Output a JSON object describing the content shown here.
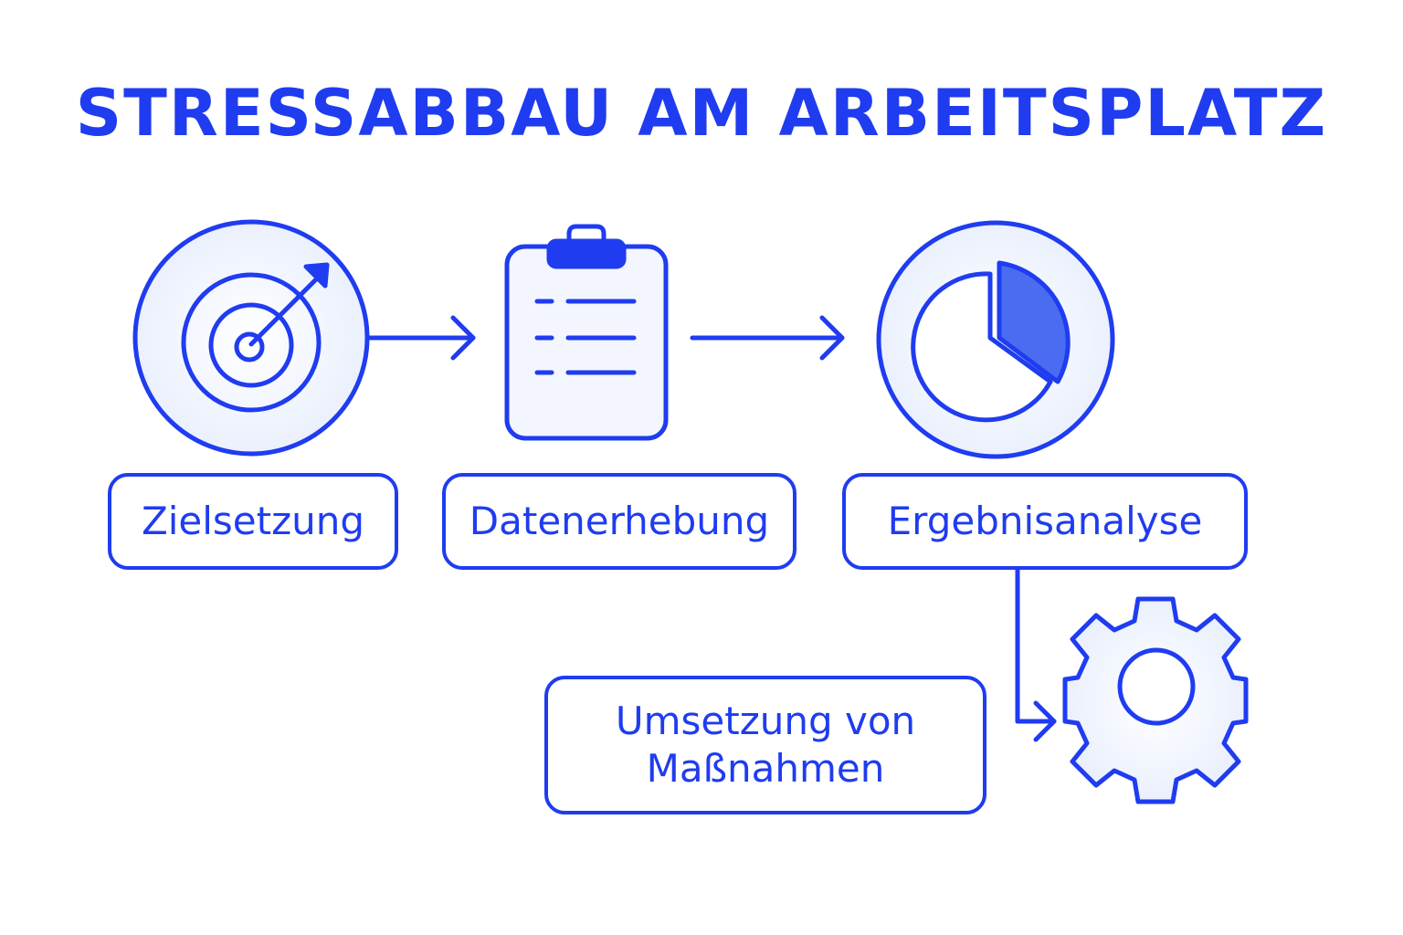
{
  "title": "STRESSABBAU AM ARBEITSPLATZ",
  "steps": [
    {
      "label": "Zielsetzung",
      "icon": "target-icon"
    },
    {
      "label": "Datenerhebung",
      "icon": "clipboard-icon"
    },
    {
      "label": "Ergebnisanalyse",
      "icon": "pie-chart-icon"
    },
    {
      "label_line1": "Umsetzung von",
      "label_line2": "Maßnahmen",
      "icon": "gear-icon"
    }
  ],
  "colors": {
    "accent": "#1f3cf0",
    "icon_fill": "#eef2fd",
    "pie_slice": "#4a6cf0"
  }
}
